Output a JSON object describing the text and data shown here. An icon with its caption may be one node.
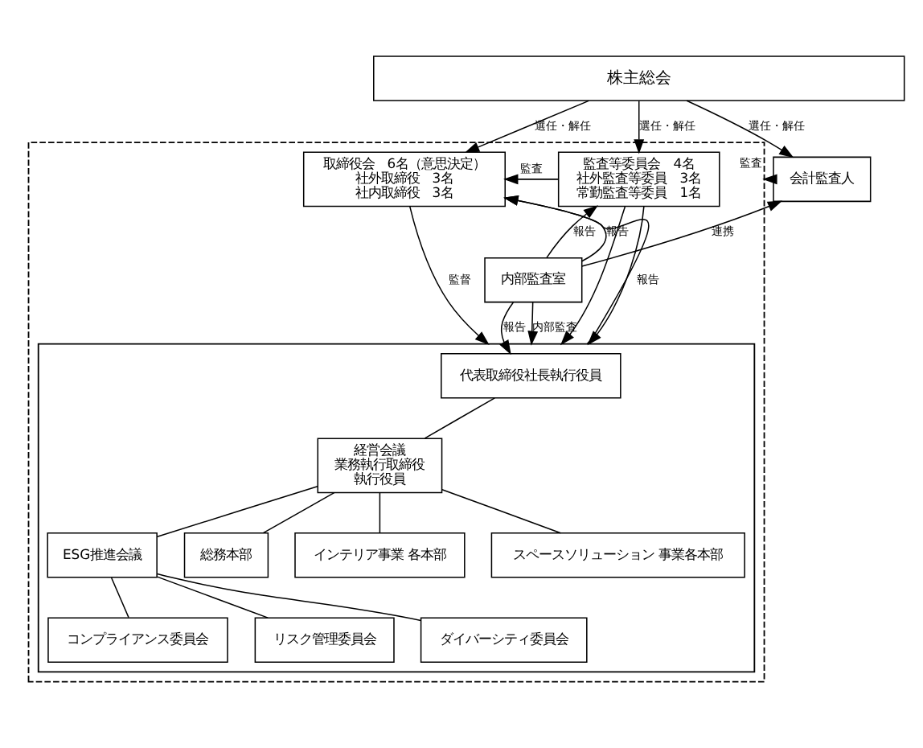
{
  "diagram": {
    "nodes": [
      {
        "text": [
          "株主総会"
        ]
      },
      {
        "text": [],
        "shape": "box"
      },
      {
        "text": [
          "取締役会　6名（意思決定）",
          "社外取締役　3名",
          "社内取締役　3名"
        ],
        "in": 1
      },
      {
        "text": [
          "監査等委員会　4名",
          "社外監査等委員　3名",
          "常勤監査等委員　1名"
        ],
        "in": 1
      },
      {
        "text": [
          "会計監査人"
        ]
      },
      {
        "text": [],
        "shape": "box",
        "in": 1
      },
      {
        "text": [
          "内部監査室"
        ],
        "in": 1
      },
      {
        "text": [
          "代表取締役社長執行役員"
        ],
        "in": 5
      },
      {
        "text": [
          "経営会議",
          "業務執行取締役",
          "執行役員"
        ],
        "in": 5
      },
      {
        "text": [
          "ESG推進会議"
        ],
        "in": 5
      },
      {
        "text": [
          "総務本部"
        ],
        "in": 5
      },
      {
        "text": [
          "インテリア事業 各本部"
        ],
        "in": 5
      },
      {
        "text": [
          "スペースソリューション 事業各本部"
        ],
        "in": 5
      },
      {
        "text": [
          "コンプライアンス委員会"
        ],
        "in": 5
      },
      {
        "text": [
          "リスク管理委員会"
        ],
        "in": 5
      },
      {
        "text": [
          "ダイバーシティ委員会"
        ],
        "in": 5
      }
    ],
    "edges": [
      {
        "from": 0,
        "to": 2,
        "arrow": "to",
        "label": "選任・解任"
      },
      {
        "from": 0,
        "to": 3,
        "arrow": "to",
        "label": "選任・解任"
      },
      {
        "from": 0,
        "to": 4,
        "arrow": "to",
        "label": "選任・解任"
      },
      {
        "from": 3,
        "to": 2,
        "arrow": "to",
        "label": "監査"
      },
      {
        "from": 4,
        "to": 1,
        "arrow": "to",
        "label": "監査"
      },
      {
        "from": 2,
        "to": 5,
        "arrow": "to",
        "label": "監督"
      },
      {
        "from": 5,
        "to": 2,
        "arrow": "to",
        "label": "報告"
      },
      {
        "from": 3,
        "to": 5,
        "arrow": "to"
      },
      {
        "from": 6,
        "to": 2,
        "arrow": "to",
        "label": "報告"
      },
      {
        "from": 6,
        "to": 3,
        "arrow": "to",
        "label": "報告"
      },
      {
        "from": 6,
        "to": 7,
        "arrow": "to",
        "label": "報告"
      },
      {
        "from": 6,
        "to": 4,
        "arrow": "to",
        "label": "連携"
      },
      {
        "from": 3,
        "to": 5,
        "arrow": "to"
      },
      {
        "from": 6,
        "to": 5,
        "arrow": "to",
        "label": "内部監査"
      },
      {
        "from": 7,
        "to": 8,
        "arrow": "none"
      },
      {
        "from": 8,
        "to": 9,
        "arrow": "none"
      },
      {
        "from": 8,
        "to": 10,
        "arrow": "none"
      },
      {
        "from": 8,
        "to": 11,
        "arrow": "none"
      },
      {
        "from": 8,
        "to": 12,
        "arrow": "none"
      },
      {
        "from": 9,
        "to": 13,
        "arrow": "none"
      },
      {
        "from": 9,
        "to": 14,
        "arrow": "none"
      },
      {
        "from": 9,
        "to": 15,
        "arrow": "none"
      }
    ]
  }
}
